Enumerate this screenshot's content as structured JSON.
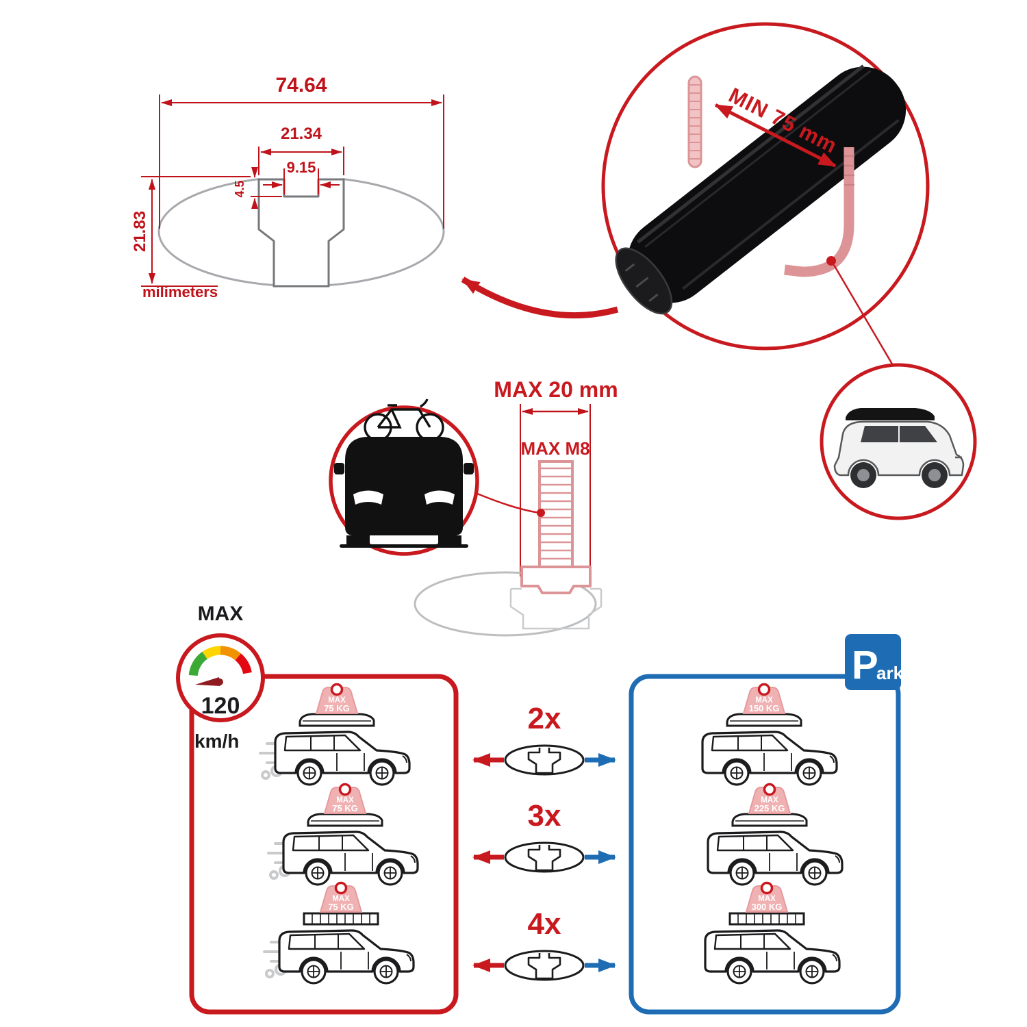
{
  "colors": {
    "accent_red": "#C8191F",
    "dimension_red": "#C0121A",
    "light_red": "#DC9496",
    "pink_fill": "#F0B1B3",
    "blue": "#1E6CB3",
    "black": "#1B1B1D",
    "gray": "#A7A9AC"
  },
  "tech_drawing": {
    "dim_total_width": "74.64",
    "dim_outer_slot": "21.34",
    "dim_inner_slot": "9.15",
    "dim_depth": "4.5",
    "dim_height": "21.83",
    "unit": "milimeters"
  },
  "bar_detail": {
    "min_label": "MIN 75 mm"
  },
  "bolt": {
    "max_width": "MAX 20 mm",
    "max_thread": "MAX M8"
  },
  "speed_gauge": {
    "title": "MAX",
    "value": "120",
    "unit": "km/h"
  },
  "park_sign": {
    "big": "P",
    "small": "ark"
  },
  "capacity": {
    "driving": [
      {
        "tag": "MAX",
        "weight": "75 KG"
      },
      {
        "tag": "MAX",
        "weight": "75 KG"
      },
      {
        "tag": "MAX",
        "weight": "75 KG"
      }
    ],
    "parked": [
      {
        "tag": "MAX",
        "weight": "150 KG"
      },
      {
        "tag": "MAX",
        "weight": "225 KG"
      },
      {
        "tag": "MAX",
        "weight": "300 KG"
      }
    ],
    "multipliers": [
      "2x",
      "3x",
      "4x"
    ]
  }
}
